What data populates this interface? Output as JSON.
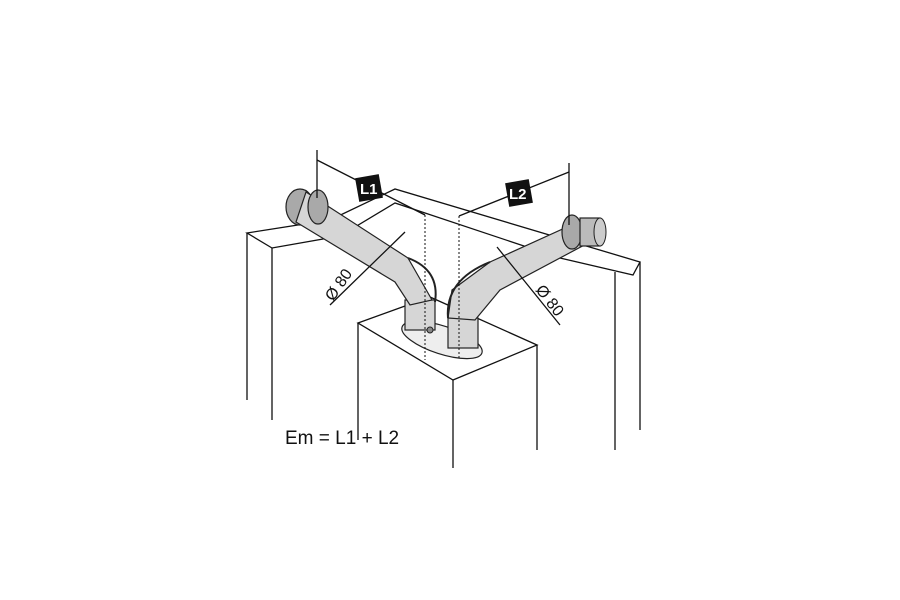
{
  "diagram": {
    "label_l1": "L1",
    "label_l2": "L2",
    "diameter_left": "Ø 80",
    "diameter_right": "Ø 80",
    "formula": "Em = L1 + L2"
  }
}
